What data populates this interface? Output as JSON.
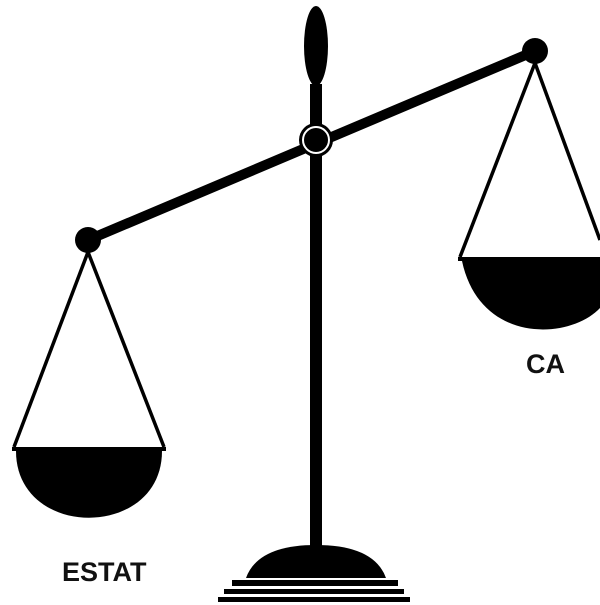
{
  "diagram": {
    "left_pan_label": "ESTAT",
    "right_pan_label": "CA",
    "heavier_side": "left",
    "colors": {
      "ink": "#000000",
      "background": "#ffffff"
    }
  }
}
